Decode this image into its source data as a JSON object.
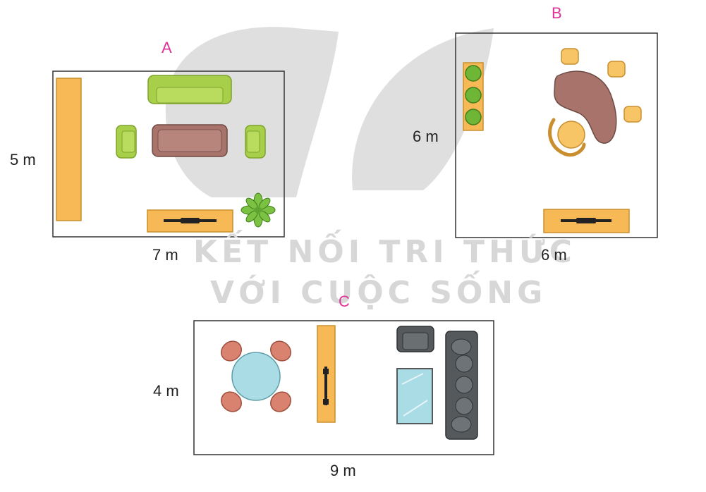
{
  "colors": {
    "label_letter": "#e0339a",
    "wood": "#f7b955",
    "wood_edge": "#c98f2f",
    "green": "#a8cf4a",
    "green_edge": "#7fa32c",
    "brown": "#a7736b",
    "brown_edge": "#6e4a44",
    "glass": "#a9dce5",
    "gray": "#55595c",
    "terracotta": "#d9826f",
    "watermark": "#d7d7d7"
  },
  "watermark": {
    "line1": "KẾT NỐI TRI THỨC",
    "line2": "VỚI CUỘC SỐNG"
  },
  "rooms": [
    {
      "id": "A",
      "label": "A",
      "width_label": "7 m",
      "height_label": "5 m"
    },
    {
      "id": "B",
      "label": "B",
      "width_label": "6 m",
      "height_label": "6 m"
    },
    {
      "id": "C",
      "label": "C",
      "width_label": "9 m",
      "height_label": "4 m"
    }
  ]
}
